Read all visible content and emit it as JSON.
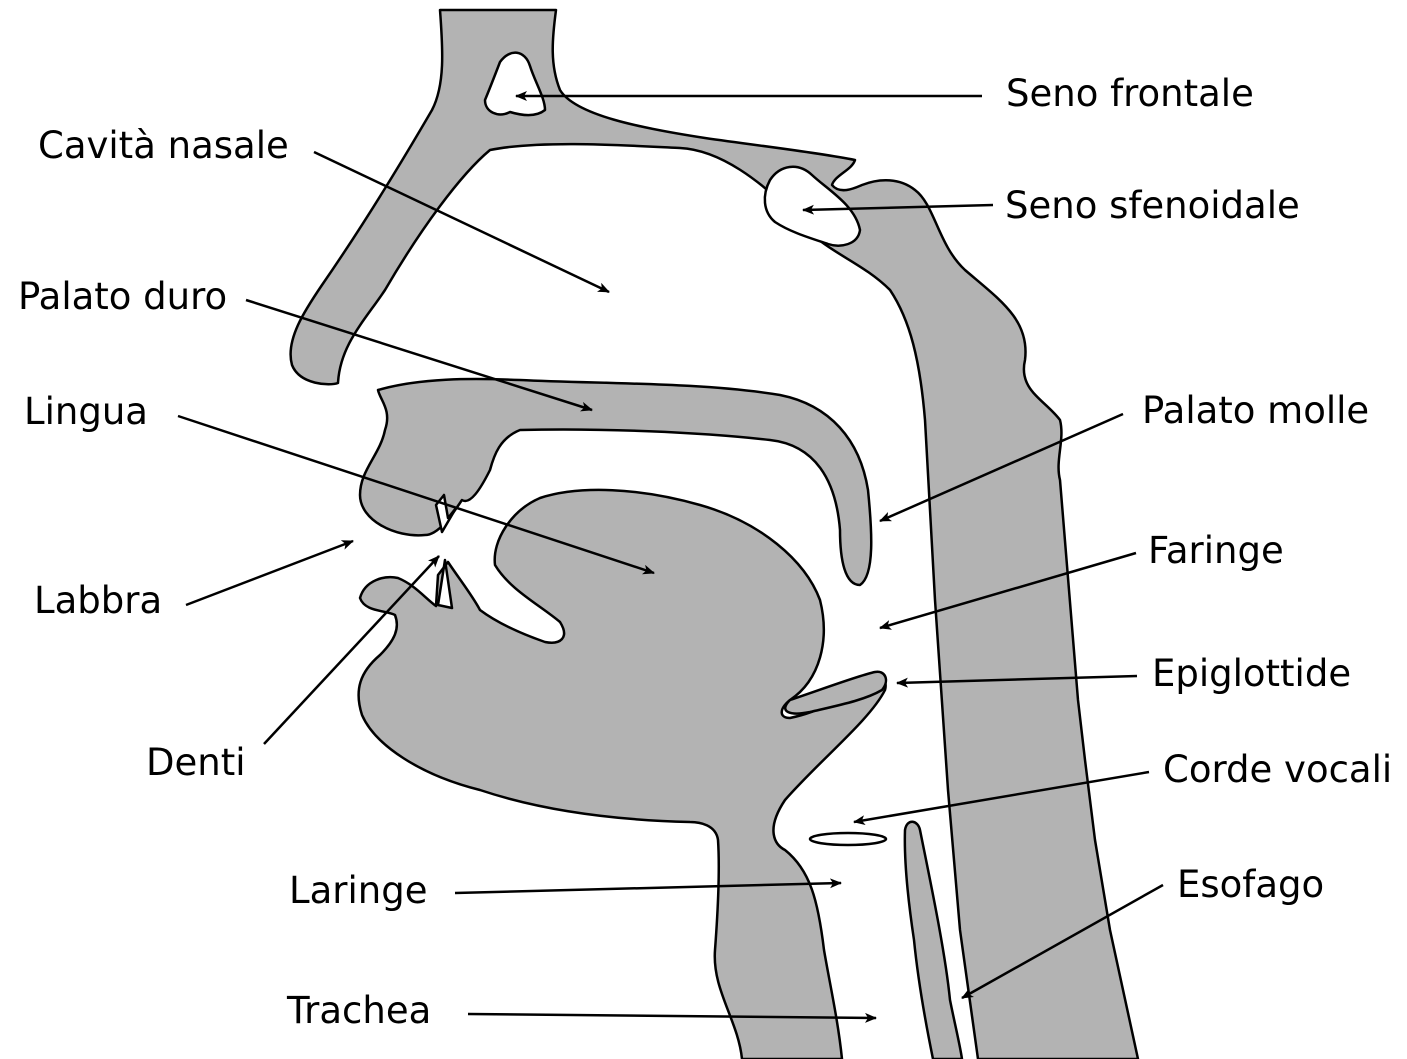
{
  "labels": {
    "frontal_sinus": "Seno frontale",
    "nasal_cavity": "Cavità nasale",
    "sphenoid_sinus": "Seno sfenoidale",
    "hard_palate": "Palato duro",
    "tongue": "Lingua",
    "soft_palate": "Palato molle",
    "pharynx": "Faringe",
    "lips": "Labbra",
    "epiglottis": "Epiglottide",
    "teeth": "Denti",
    "vocal_cords": "Corde vocali",
    "esophagus": "Esofago",
    "larynx": "Laringe",
    "trachea": "Trachea"
  },
  "colors": {
    "tissue": "#b3b3b3",
    "outline": "#000000",
    "cavity": "#ffffff"
  }
}
